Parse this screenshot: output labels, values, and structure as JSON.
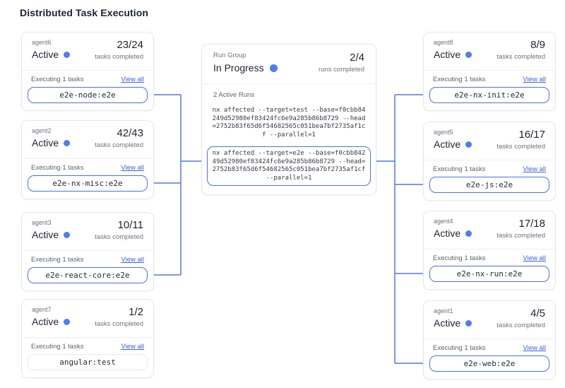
{
  "title": "Distributed Task Execution",
  "colors": {
    "accent": "#4c6ef5",
    "line": "#4f76f0",
    "status_dot": "#4e7cf5",
    "link": "#3b5fe8"
  },
  "run_group": {
    "label": "Run Group",
    "status": "In Progress",
    "progress": "2/4",
    "progress_caption": "runs completed",
    "active_runs_label": "2 Active Runs",
    "runs": [
      {
        "command": "nx affected --target=test --base=f0cbb84249d52980ef83424fc6e9a285b86b8729 --head=2752b83f65d6f54682565c051bea7bf2735af1cf --parallel=1",
        "highlighted": false
      },
      {
        "command": "nx affected --target=e2e --base=f0cbb84249d52980ef83424fc6e9a285b86b8729 --head=2752b83f65d6f54682565c051bea7bf2735af1cf --parallel=1",
        "highlighted": true
      }
    ]
  },
  "agents_left": [
    {
      "name": "agent6",
      "status": "Active",
      "progress": "23/24",
      "caption": "tasks completed",
      "executing_label": "Executing 1 tasks",
      "view_all": "View all",
      "task": "e2e-node:e2e"
    },
    {
      "name": "agent2",
      "status": "Active",
      "progress": "42/43",
      "caption": "tasks completed",
      "executing_label": "Executing 1 tasks",
      "view_all": "View all",
      "task": "e2e-nx-misc:e2e"
    },
    {
      "name": "agent3",
      "status": "Active",
      "progress": "10/11",
      "caption": "tasks completed",
      "executing_label": "Executing 1 tasks",
      "view_all": "View all",
      "task": "e2e-react-core:e2e"
    },
    {
      "name": "agent7",
      "status": "Active",
      "progress": "1/2",
      "caption": "tasks completed",
      "executing_label": "Executing 1 tasks",
      "view_all": "View all",
      "task": "angular:test"
    }
  ],
  "agents_right": [
    {
      "name": "agent8",
      "status": "Active",
      "progress": "8/9",
      "caption": "tasks completed",
      "executing_label": "Executing 1 tasks",
      "view_all": "View all",
      "task": "e2e-nx-init:e2e"
    },
    {
      "name": "agent5",
      "status": "Active",
      "progress": "16/17",
      "caption": "tasks completed",
      "executing_label": "Executing 1 tasks",
      "view_all": "View all",
      "task": "e2e-js:e2e"
    },
    {
      "name": "agent4",
      "status": "Active",
      "progress": "17/18",
      "caption": "tasks completed",
      "executing_label": "Executing 1 tasks",
      "view_all": "View all",
      "task": "e2e-nx-run:e2e"
    },
    {
      "name": "agent1",
      "status": "Active",
      "progress": "4/5",
      "caption": "tasks completed",
      "executing_label": "Executing 1 tasks",
      "view_all": "View all",
      "task": "e2e-web:e2e"
    }
  ]
}
